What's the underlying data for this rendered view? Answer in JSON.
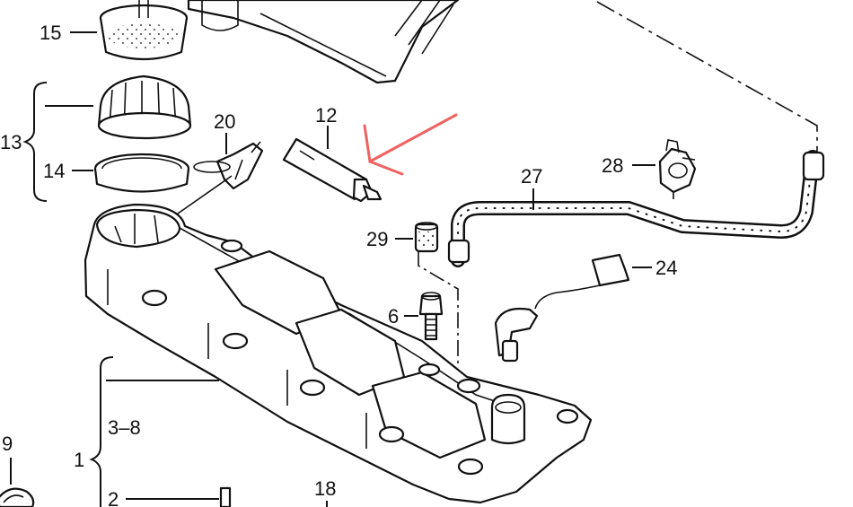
{
  "labels": {
    "l15": "15",
    "l13": "13",
    "l14": "14",
    "l20": "20",
    "l12": "12",
    "l27": "27",
    "l28": "28",
    "l29": "29",
    "l24": "24",
    "l6": "6",
    "l9": "9",
    "l3_8": "3–8",
    "l1": "1",
    "l2": "2",
    "l18": "18"
  },
  "colors": {
    "arrow": "#f06262",
    "ink": "#111111"
  }
}
